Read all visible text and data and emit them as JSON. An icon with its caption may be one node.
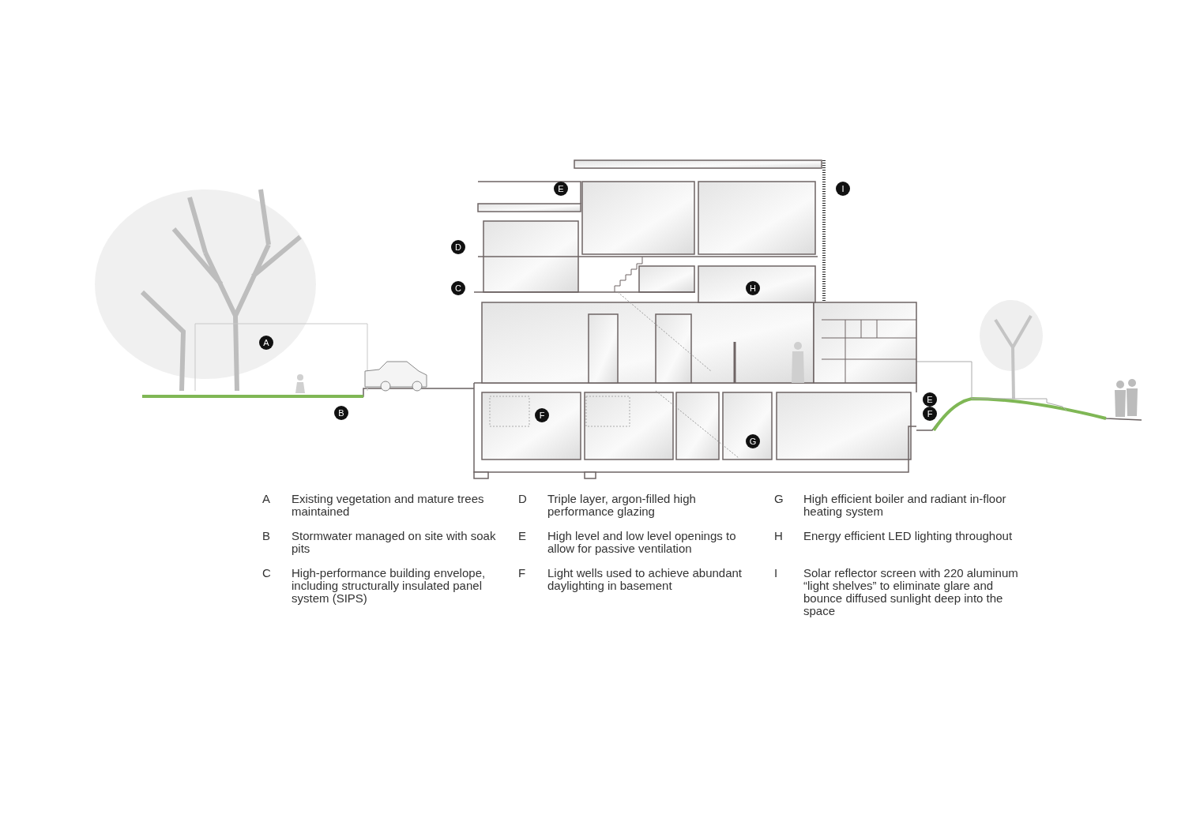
{
  "diagram": {
    "labels": [
      "E",
      "I",
      "D",
      "C",
      "H",
      "A",
      "E",
      "B",
      "F",
      "F",
      "G",
      "A",
      "Existing vegetation and mature trees maintained",
      "D",
      "Triple layer, argon-filled high performance glazing",
      "G",
      "High efficient boiler and radiant in-floor heating system",
      "B",
      "Stormwater managed on site with soak pits",
      "E",
      "High level and low level openings to allow for passive ventilation",
      "H",
      "Energy efficient LED lighting throughout",
      "C",
      "High-performance building envelope, including structurally insulated panel system (SIPS)",
      "F",
      "Light wells used to achieve abundant daylighting in basement",
      "I",
      "Solar reflector screen with 220 aluminum “light shelves” to eliminate glare and bounce diffused sunlight deep into the space"
    ]
  }
}
